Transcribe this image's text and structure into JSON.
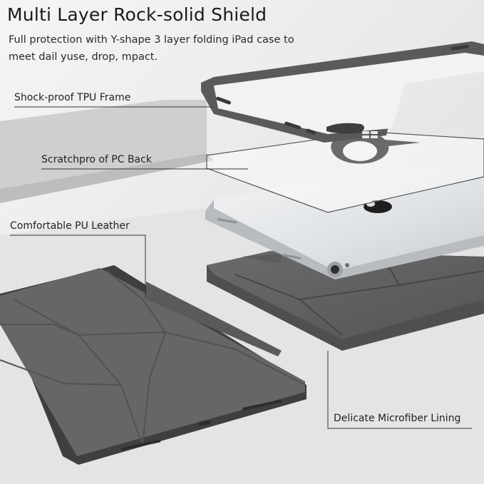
{
  "heading": {
    "title": "Multi Layer Rock-solid Shield",
    "subtitle": "Full protection with Y-shape 3 layer folding iPad case to meet dail yuse, drop, mpact."
  },
  "callouts": {
    "tpu_frame": "Shock-proof TPU Frame",
    "pc_back": "Scratchpro of PC Back",
    "pu_leather": "Comfortable PU Leather",
    "microfiber": "Delicate Microfiber Lining"
  },
  "colors": {
    "background": "#ededed",
    "case_gray": "#5f5f5f",
    "frame_dark": "#4a4a4a",
    "tablet_silver": "#d9dcdf",
    "line": "#333333"
  }
}
